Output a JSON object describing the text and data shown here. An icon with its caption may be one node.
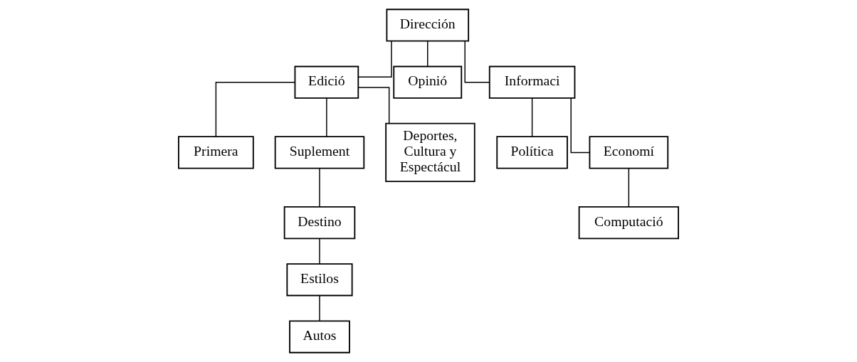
{
  "diagram": {
    "nodes": [
      {
        "text": [
          "Dirección"
        ]
      },
      {
        "text": [
          "Edició"
        ]
      },
      {
        "text": [
          "Opinió"
        ]
      },
      {
        "text": [
          "Informaci"
        ]
      },
      {
        "text": [
          "Primera"
        ]
      },
      {
        "text": [
          "Suplement"
        ]
      },
      {
        "text": [
          "Deportes, Cultura y Espectácul"
        ]
      },
      {
        "text": [
          "Destino"
        ]
      },
      {
        "text": [
          "Estilos"
        ]
      },
      {
        "text": [
          "Autos"
        ]
      },
      {
        "text": [
          "Política"
        ]
      },
      {
        "text": [
          "Economí"
        ]
      },
      {
        "text": [
          "Computació"
        ]
      }
    ],
    "edges": [
      {
        "from": 0,
        "to": 1,
        "arrow": "none"
      },
      {
        "from": 0,
        "to": 2,
        "arrow": "none"
      },
      {
        "from": 0,
        "to": 3,
        "arrow": "none"
      },
      {
        "from": 1,
        "to": 4,
        "arrow": "none"
      },
      {
        "from": 1,
        "to": 5,
        "arrow": "none"
      },
      {
        "from": 1,
        "to": 6,
        "arrow": "none"
      },
      {
        "from": 5,
        "to": 7,
        "arrow": "none"
      },
      {
        "from": 7,
        "to": 8,
        "arrow": "none"
      },
      {
        "from": 8,
        "to": 9,
        "arrow": "none"
      },
      {
        "from": 3,
        "to": 10,
        "arrow": "none"
      },
      {
        "from": 3,
        "to": 11,
        "arrow": "none"
      },
      {
        "from": 11,
        "to": 12,
        "arrow": "none"
      }
    ]
  }
}
